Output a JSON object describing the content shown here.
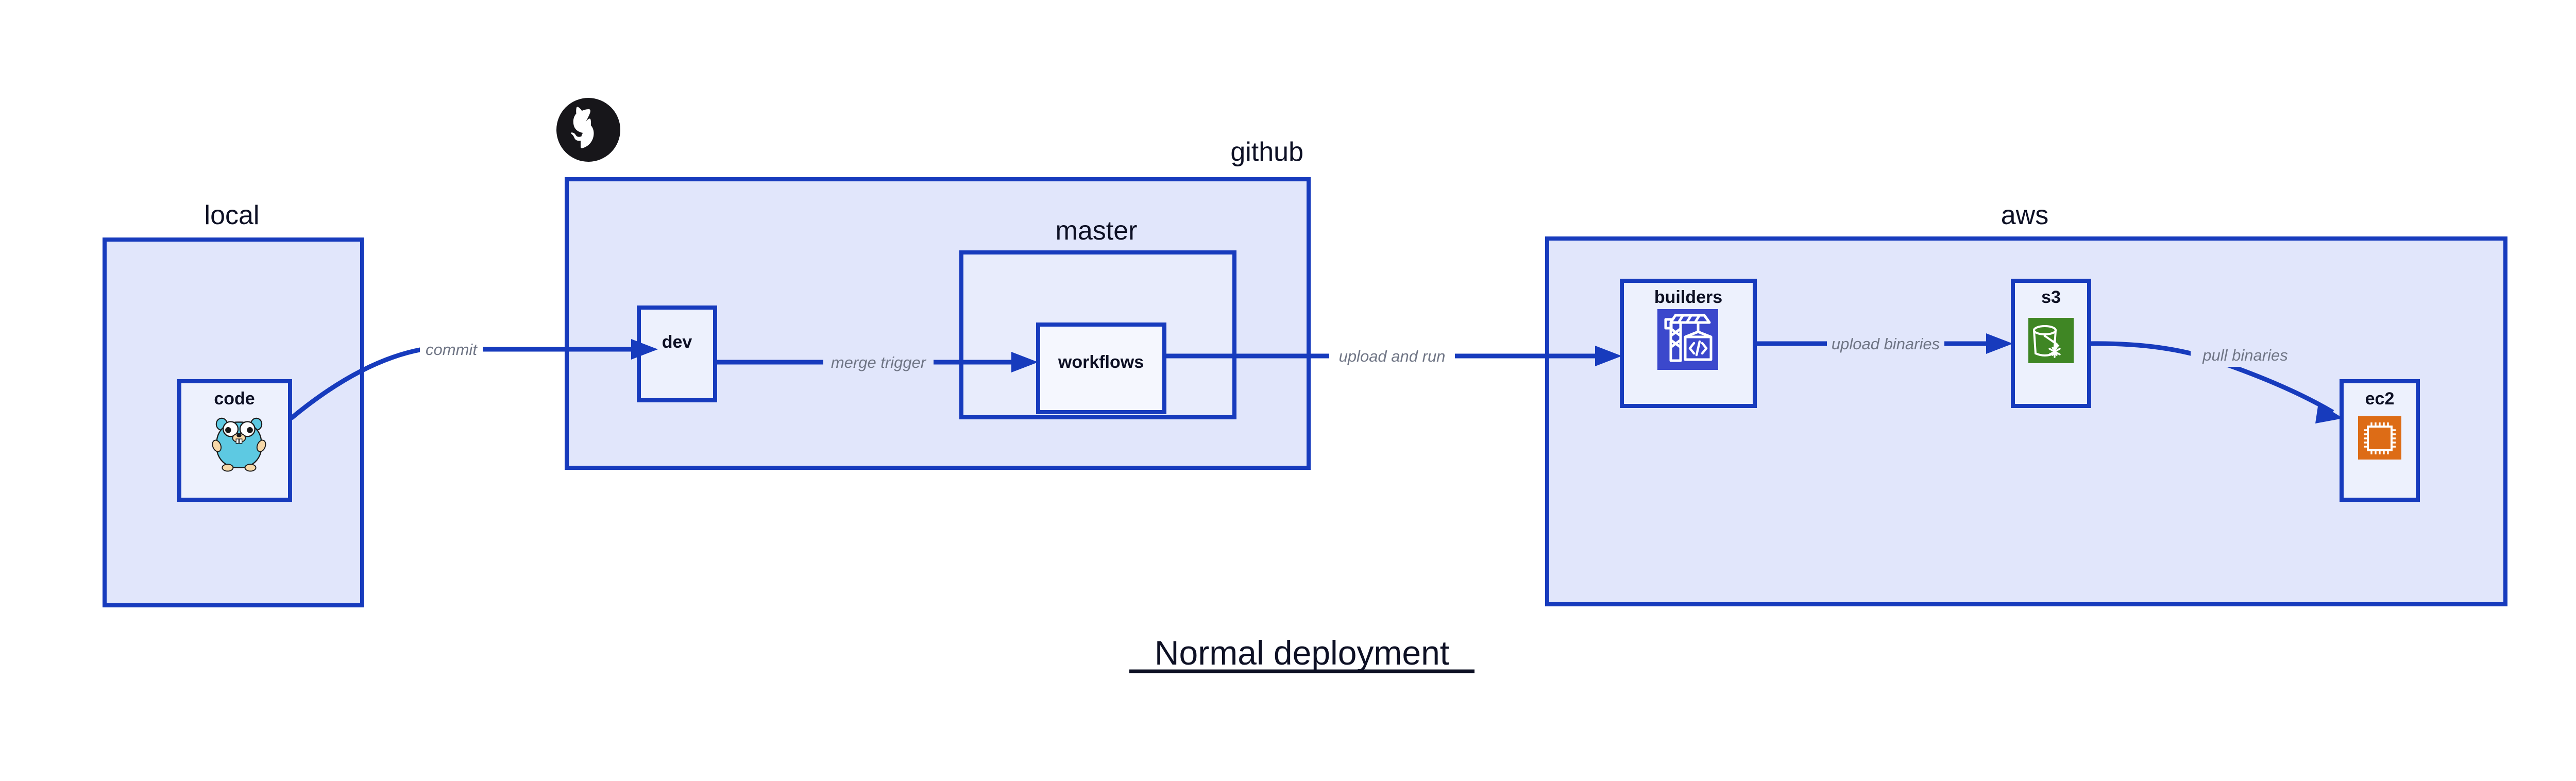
{
  "diagram": {
    "title": "Normal deployment",
    "background_color": "#ffffff",
    "accent_color": "#173bbd",
    "zone_fill_color": "#e1e6fb",
    "node_fill_color": "#edf1fd",
    "label_color": "#0d1024",
    "edge_label_color": "#6f7585"
  },
  "zones": [
    {
      "id": "local",
      "label": "local",
      "label_position": "top-center",
      "nodes": [
        {
          "id": "code",
          "label": "code",
          "icon": "go-gopher-icon"
        }
      ]
    },
    {
      "id": "github",
      "label": "github",
      "label_position": "top-right",
      "logo": "github-octocat-icon",
      "nodes": [
        {
          "id": "dev",
          "label": "dev",
          "icon": "none"
        }
      ],
      "subzones": [
        {
          "id": "master",
          "label": "master",
          "label_position": "top-center",
          "nodes": [
            {
              "id": "workflows",
              "label": "workflows",
              "icon": "none"
            }
          ]
        }
      ]
    },
    {
      "id": "aws",
      "label": "aws",
      "label_position": "top-center",
      "nodes": [
        {
          "id": "builders",
          "label": "builders",
          "icon": "aws-codebuild-icon",
          "icon_color": "#3b48cc"
        },
        {
          "id": "s3",
          "label": "s3",
          "icon": "aws-s3-glacier-icon",
          "icon_color": "#3f8624"
        },
        {
          "id": "ec2",
          "label": "ec2",
          "icon": "aws-ec2-icon",
          "icon_color": "#dd6c16"
        }
      ]
    }
  ],
  "edges": [
    {
      "id": "commit",
      "label": "commit",
      "from": "code",
      "to": "dev",
      "style": "curved"
    },
    {
      "id": "merge-trigger",
      "label": "merge trigger",
      "from": "dev",
      "to": "workflows",
      "style": "straight"
    },
    {
      "id": "upload-and-run",
      "label": "upload and run",
      "from": "workflows",
      "to": "builders",
      "style": "straight"
    },
    {
      "id": "upload-binaries",
      "label": "upload binaries",
      "from": "builders",
      "to": "s3",
      "style": "straight"
    },
    {
      "id": "pull-binaries",
      "label": "pull binaries",
      "from": "s3",
      "to": "ec2",
      "style": "curved"
    }
  ]
}
